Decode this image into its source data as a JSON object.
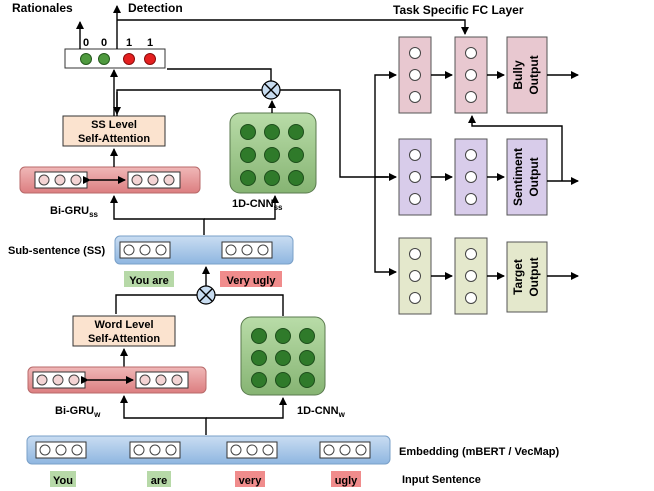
{
  "header": {
    "rationales": "Rationales",
    "detection": "Detection",
    "task_fc": "Task Specific FC Layer"
  },
  "rationale_bits": [
    "0",
    "0",
    "1",
    "1"
  ],
  "ss_attention": {
    "line1": "SS Level",
    "line2": "Self-Attention"
  },
  "word_attention": {
    "line1": "Word Level",
    "line2": "Self-Attention"
  },
  "bigru_ss": {
    "main": "Bi-GRU",
    "sub": "ss"
  },
  "bigru_w": {
    "main": "Bi-GRU",
    "sub": "w"
  },
  "cnn_ss": {
    "main": "1D-CNN",
    "sub": "ss"
  },
  "cnn_w": {
    "main": "1D-CNN",
    "sub": "w"
  },
  "subsentence_label": "Sub-sentence (SS)",
  "ss_chunks": [
    "You are",
    "Very ugly"
  ],
  "embedding_label": "Embedding (mBERT / VecMap)",
  "input_label": "Input Sentence",
  "input_words": [
    "You",
    "are",
    "very",
    "ugly"
  ],
  "outputs": [
    {
      "line1": "Bully",
      "line2": "Output"
    },
    {
      "line1": "Sentiment",
      "line2": "Output"
    },
    {
      "line1": "Target",
      "line2": "Output"
    }
  ],
  "colors": {
    "pink": "#e8c8d0",
    "purple": "#d8ccea",
    "olive": "#e4e8cc",
    "blue_bar": "#a9c8e8",
    "red_bar": "#e89a9a",
    "peach": "#fbe3cf",
    "green_box": "#9bc48a",
    "green_word": "#b7d9a8",
    "red_word": "#f08c8c"
  }
}
